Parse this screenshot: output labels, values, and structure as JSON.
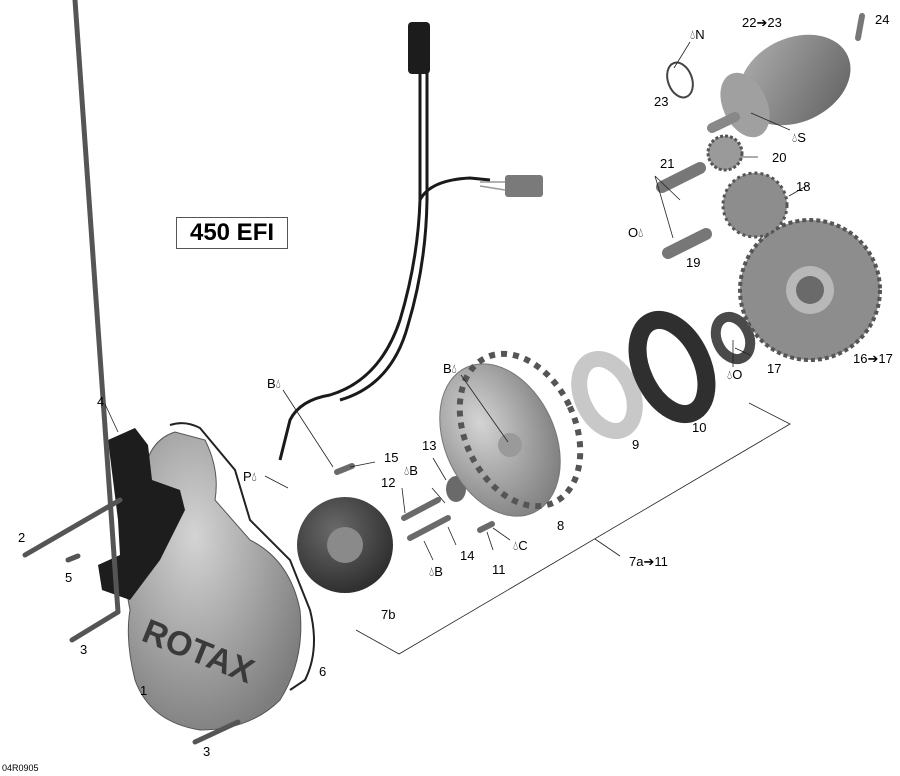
{
  "title": "450 EFI",
  "reference_code": "04R0905",
  "lubricant_symbol": "drop-icon",
  "parts": [
    {
      "id": "1",
      "name": "magneto-cover",
      "label": "1"
    },
    {
      "id": "2",
      "name": "long-screw",
      "label": "2"
    },
    {
      "id": "3a",
      "name": "screw",
      "label": "3"
    },
    {
      "id": "3b",
      "name": "screw-lower",
      "label": "3"
    },
    {
      "id": "4",
      "name": "cover-shield",
      "label": "4"
    },
    {
      "id": "5",
      "name": "small-screw",
      "label": "5"
    },
    {
      "id": "6",
      "name": "gasket",
      "label": "6"
    },
    {
      "id": "7b",
      "name": "stator",
      "label": "7b"
    },
    {
      "id": "7a",
      "name": "magneto-assembly-range",
      "label": "7a➔11"
    },
    {
      "id": "8",
      "name": "rotor-flywheel",
      "label": "8"
    },
    {
      "id": "9",
      "name": "ring",
      "label": "9"
    },
    {
      "id": "10",
      "name": "seal-ring",
      "label": "10"
    },
    {
      "id": "11",
      "name": "screw-11",
      "label": "11"
    },
    {
      "id": "12",
      "name": "screw-12",
      "label": "12"
    },
    {
      "id": "13",
      "name": "washer",
      "label": "13"
    },
    {
      "id": "14",
      "name": "screw-14",
      "label": "14"
    },
    {
      "id": "15",
      "name": "screw-15",
      "label": "15"
    },
    {
      "id": "16",
      "name": "starter-gear-range",
      "label": "16➔17"
    },
    {
      "id": "17",
      "name": "bushing",
      "label": "17"
    },
    {
      "id": "18",
      "name": "intermediate-gear",
      "label": "18"
    },
    {
      "id": "19",
      "name": "shaft-19",
      "label": "19"
    },
    {
      "id": "20",
      "name": "starter-gear-small",
      "label": "20"
    },
    {
      "id": "21",
      "name": "shaft-21",
      "label": "21"
    },
    {
      "id": "22",
      "name": "starter-motor-range",
      "label": "22➔23"
    },
    {
      "id": "23",
      "name": "o-ring",
      "label": "23"
    },
    {
      "id": "24",
      "name": "starter-screw",
      "label": "24"
    }
  ],
  "lube_callouts": [
    {
      "name": "lube-n",
      "label": "●N",
      "text_after": "N",
      "drop_first": true
    },
    {
      "name": "lube-s",
      "label": "S",
      "drop_first": true
    },
    {
      "name": "lube-o-shafts",
      "label": "O",
      "drop_first": false
    },
    {
      "name": "lube-o-bushing",
      "label": "O",
      "drop_first": true
    },
    {
      "name": "lube-b-harness",
      "label": "B",
      "drop_first": false
    },
    {
      "name": "lube-p",
      "label": "P",
      "drop_first": false
    },
    {
      "name": "lube-b-rotor",
      "label": "B",
      "drop_first": false
    },
    {
      "name": "lube-b-12",
      "label": "B",
      "drop_first": true
    },
    {
      "name": "lube-b-14",
      "label": "B",
      "drop_first": true
    },
    {
      "name": "lube-c",
      "label": "C",
      "drop_first": true
    }
  ],
  "colors": {
    "ink": "#000000",
    "part_dark": "#2a2a2a",
    "part_mid": "#8a8a8a",
    "part_light": "#bdbdbd",
    "line": "#333333"
  }
}
